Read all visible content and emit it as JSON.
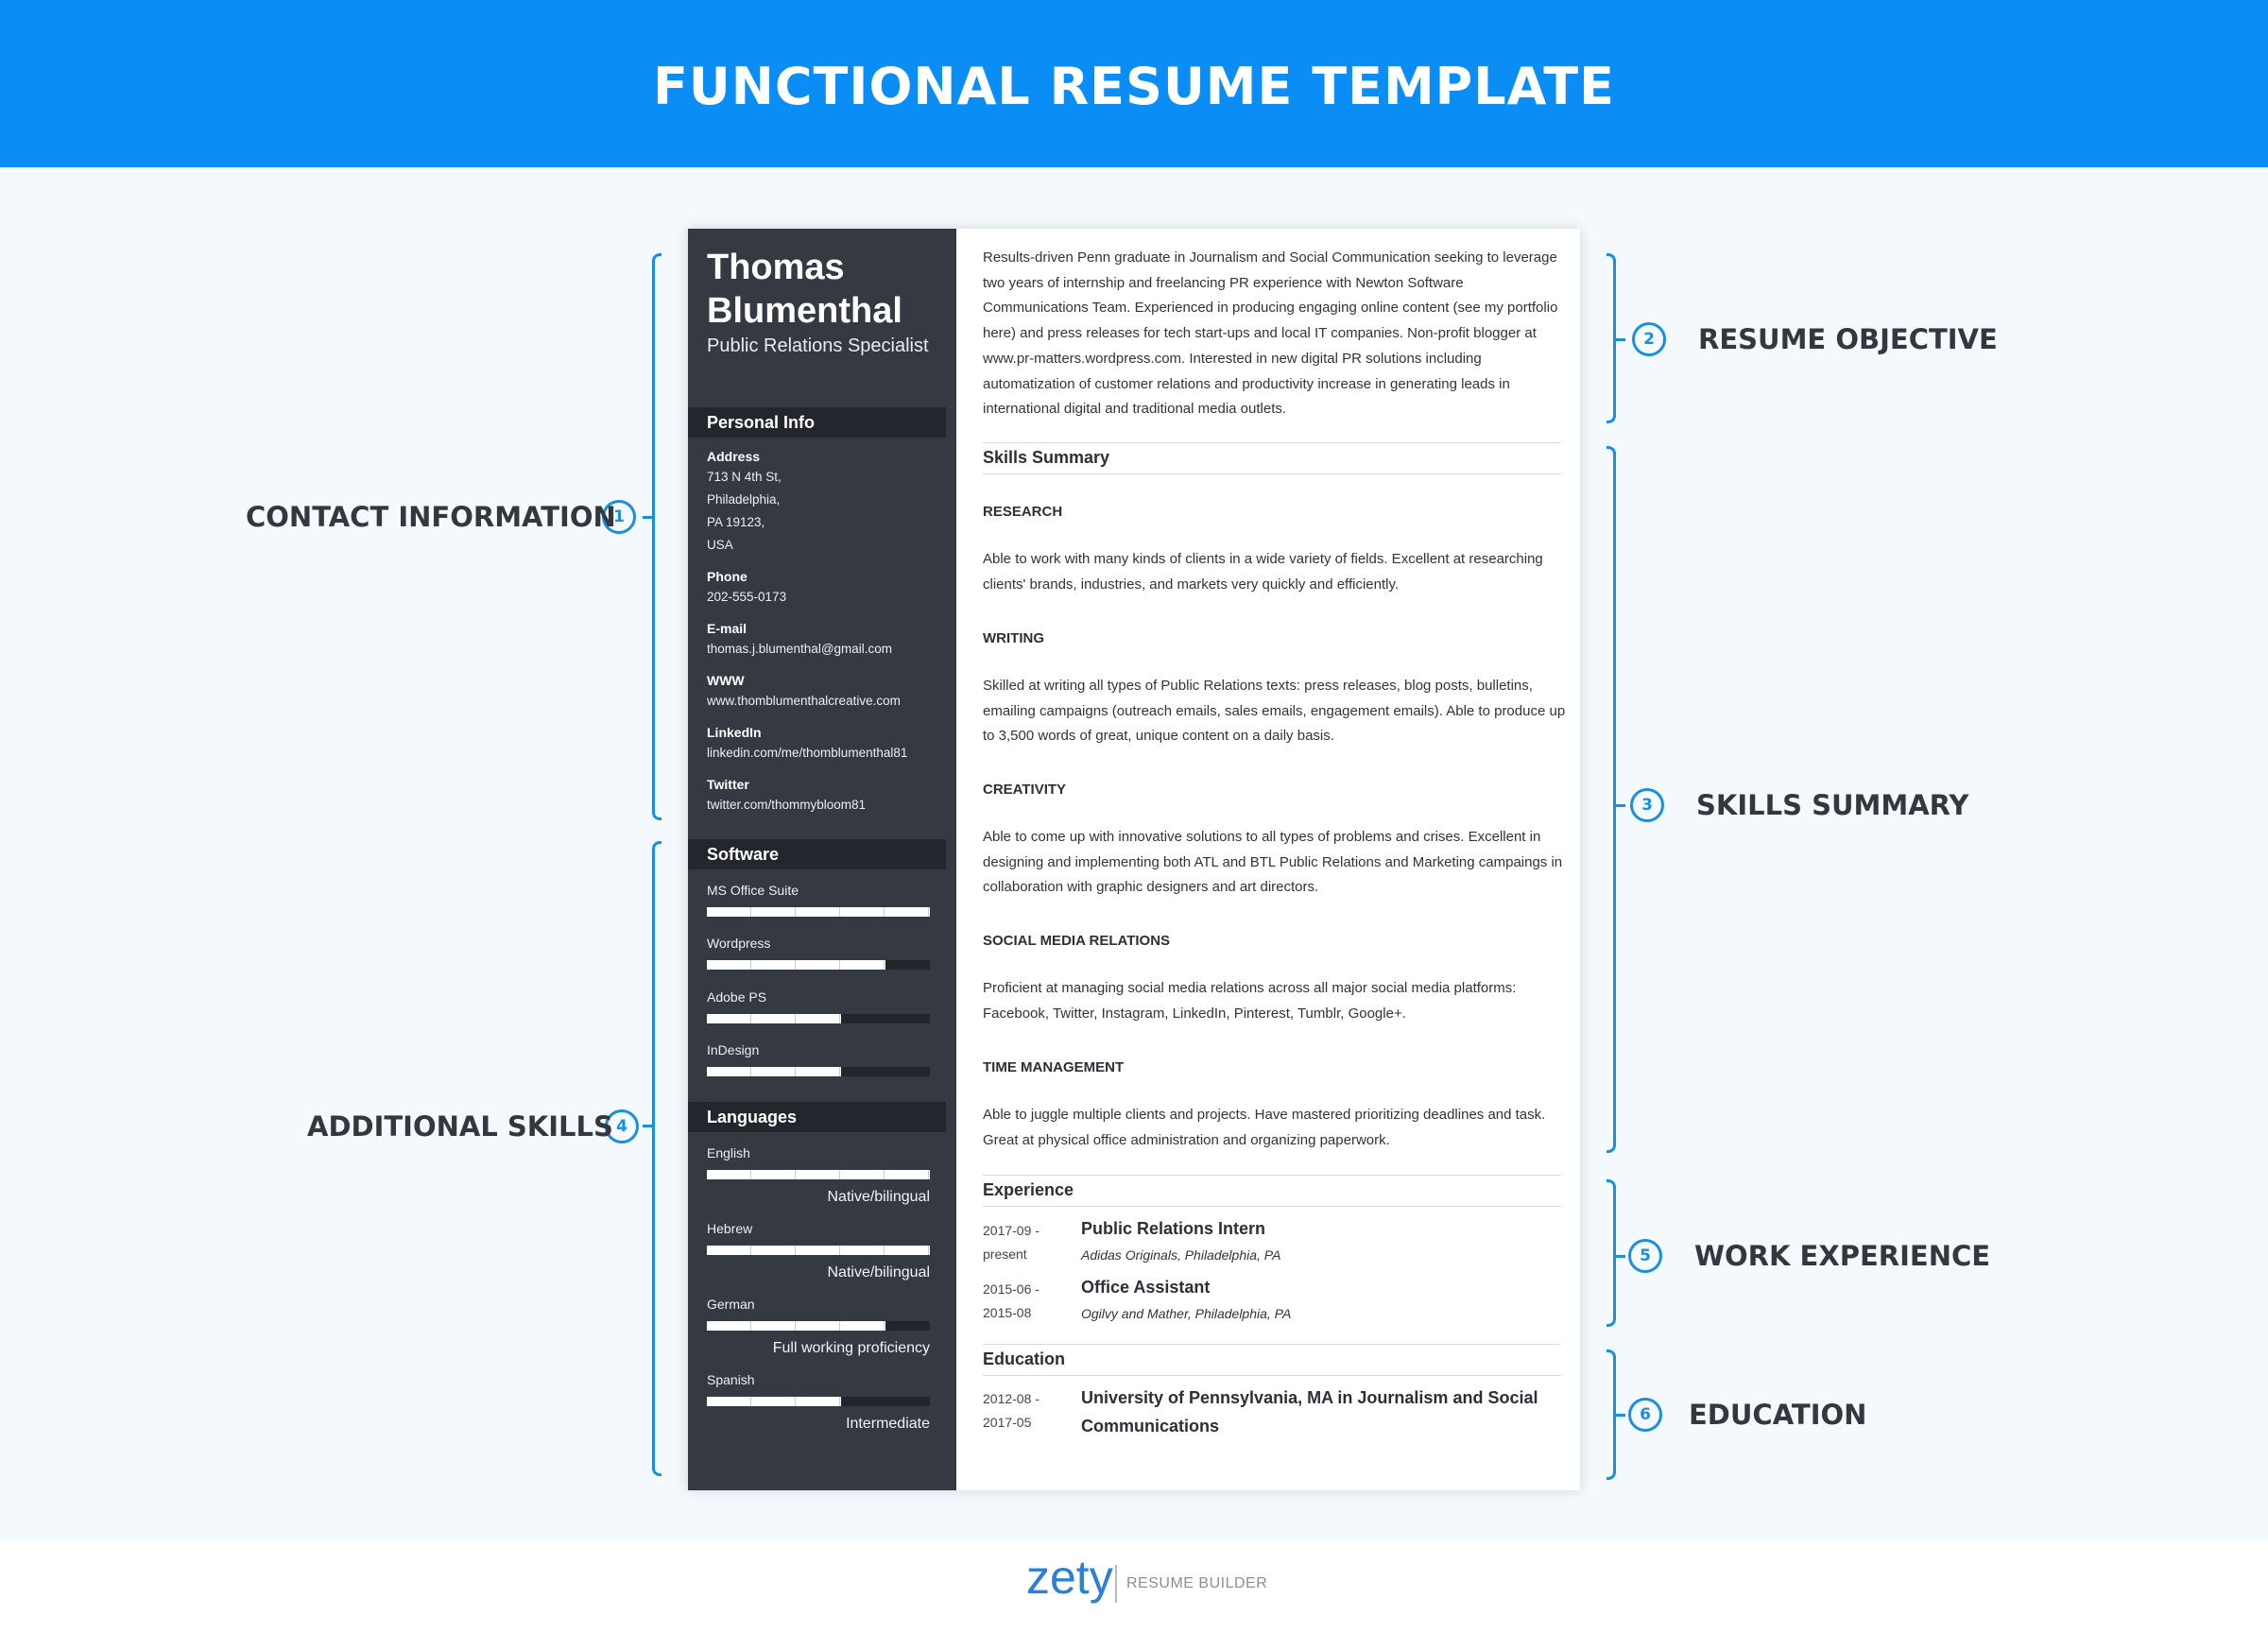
{
  "banner": {
    "title": "FUNCTIONAL RESUME TEMPLATE"
  },
  "annotations": [
    {
      "num": "1",
      "label": "CONTACT INFORMATION"
    },
    {
      "num": "2",
      "label": "RESUME OBJECTIVE"
    },
    {
      "num": "3",
      "label": "SKILLS SUMMARY"
    },
    {
      "num": "4",
      "label": "ADDITIONAL SKILLS"
    },
    {
      "num": "5",
      "label": "WORK EXPERIENCE"
    },
    {
      "num": "6",
      "label": "EDUCATION"
    }
  ],
  "resume": {
    "name": "Thomas Blumenthal",
    "job_title": "Public Relations Specialist",
    "personal_info": {
      "heading": "Personal Info",
      "items": [
        {
          "label": "Address",
          "value": "713 N 4th St,\nPhiladelphia,\nPA 19123,\nUSA"
        },
        {
          "label": "Phone",
          "value": "202-555-0173"
        },
        {
          "label": "E-mail",
          "value": "thomas.j.blumenthal@gmail.com"
        },
        {
          "label": "WWW",
          "value": "www.thomblumenthalcreative.com"
        },
        {
          "label": "LinkedIn",
          "value": "linkedin.com/me/thomblumenthal81"
        },
        {
          "label": "Twitter",
          "value": "twitter.com/thommybloom81"
        }
      ]
    },
    "software": {
      "heading": "Software",
      "items": [
        {
          "name": "MS Office Suite",
          "level": 1.0
        },
        {
          "name": "Wordpress",
          "level": 0.8
        },
        {
          "name": "Adobe PS",
          "level": 0.6
        },
        {
          "name": "InDesign",
          "level": 0.6
        }
      ]
    },
    "languages": {
      "heading": "Languages",
      "items": [
        {
          "name": "English",
          "level": 1.0,
          "level_text": "Native/bilingual"
        },
        {
          "name": "Hebrew",
          "level": 1.0,
          "level_text": "Native/bilingual"
        },
        {
          "name": "German",
          "level": 0.8,
          "level_text": "Full working proficiency"
        },
        {
          "name": "Spanish",
          "level": 0.6,
          "level_text": "Intermediate"
        }
      ]
    },
    "objective": "Results-driven Penn graduate in Journalism and Social Communication seeking to leverage two years of internship and freelancing PR experience with Newton Software Communications Team. Experienced in producing engaging online content (see my portfolio here) and press releases for tech start-ups and local IT companies. Non-profit blogger at www.pr-matters.wordpress.com. Interested in new digital PR solutions including automatization of customer relations and productivity increase in generating leads in international digital and traditional media outlets.",
    "skills_summary": {
      "heading": "Skills Summary",
      "items": [
        {
          "title": "RESEARCH",
          "text": "Able to work with many kinds of clients in a wide variety of fields. Excellent at researching clients' brands, industries, and markets very quickly and efficiently."
        },
        {
          "title": "WRITING",
          "text": "Skilled at writing all types of Public Relations texts: press releases, blog posts, bulletins, emailing campaigns (outreach emails, sales emails, engagement emails). Able to produce up to 3,500 words of great, unique content on a daily basis."
        },
        {
          "title": "CREATIVITY",
          "text": "Able to come up with innovative solutions to all types of problems and crises. Excellent in designing and implementing both ATL and BTL Public Relations and Marketing campaings in collaboration with graphic designers and art directors."
        },
        {
          "title": "SOCIAL MEDIA RELATIONS",
          "text": "Proficient at managing social media relations across all major social media platforms: Facebook, Twitter, Instagram, LinkedIn, Pinterest, Tumblr, Google+."
        },
        {
          "title": "TIME MANAGEMENT",
          "text": "Able to juggle multiple clients and projects. Have mastered prioritizing deadlines and task. Great at physical office administration and organizing paperwork."
        }
      ]
    },
    "experience": {
      "heading": "Experience",
      "items": [
        {
          "date": "2017-09 -\npresent",
          "title": "Public Relations Intern",
          "org": "Adidas Originals, Philadelphia, PA"
        },
        {
          "date": "2015-06 -\n2015-08",
          "title": "Office Assistant",
          "org": "Ogilvy and Mather, Philadelphia, PA"
        }
      ]
    },
    "education": {
      "heading": "Education",
      "items": [
        {
          "date": "2012-08 -\n2017-05",
          "title": "University of Pennsylvania, MA in Journalism and Social Communications"
        }
      ]
    }
  },
  "footer": {
    "logo": "zety",
    "tagline": "RESUME BUILDER"
  },
  "colors": {
    "banner": "#0a8ef5",
    "accent": "#1a8fe0",
    "sidebar": "#353942",
    "background": "#f3f9fd"
  }
}
